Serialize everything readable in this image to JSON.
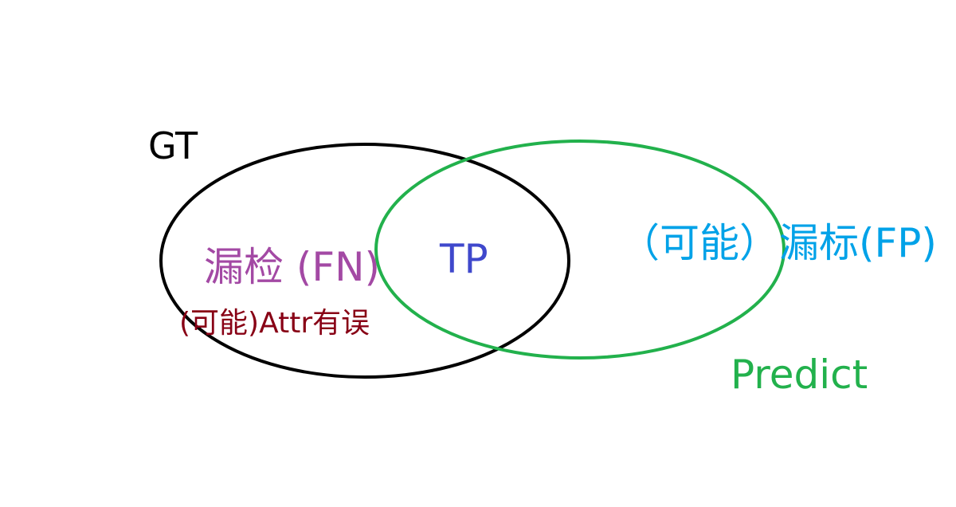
{
  "diagram": {
    "gt_set": {
      "label": "GT",
      "color": "#000000"
    },
    "predict_set": {
      "label": "Predict",
      "color": "#22b14c"
    },
    "regions": {
      "fn_label": "漏检 (FN)",
      "fn_color": "#a349a4",
      "attr_error_label": "(可能)Attr有误",
      "attr_error_color": "#880015",
      "tp_label": "TP",
      "tp_color": "#3f48cc",
      "fp_label": "（可能）漏标(FP)",
      "fp_color": "#00a2e8"
    }
  }
}
